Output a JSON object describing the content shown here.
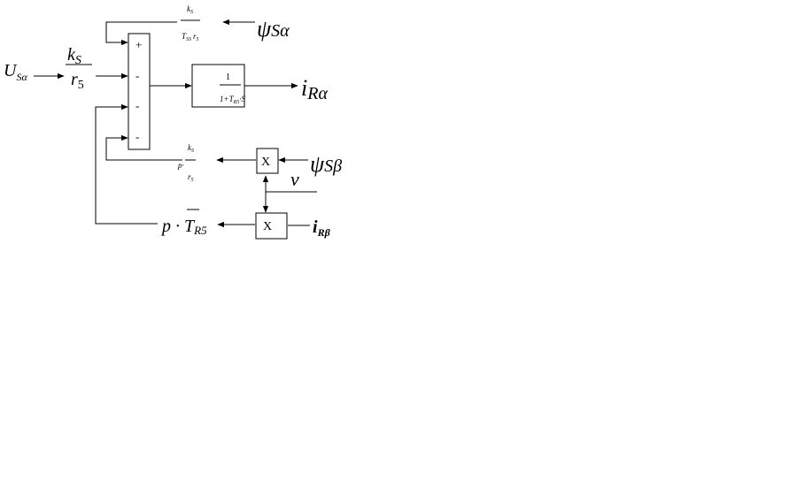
{
  "inputs": {
    "u_s_alpha": {
      "main": "U",
      "sub": "Sα"
    },
    "psi_s_alpha": {
      "main": "ψ",
      "sub": "Sα"
    },
    "psi_s_beta": {
      "main": "ψ",
      "sub": "Sβ"
    },
    "nu": "ν",
    "i_r_beta": {
      "main": "i",
      "sub": "Rβ"
    }
  },
  "outputs": {
    "i_r_alpha": {
      "main": "i",
      "sub": "Rα"
    }
  },
  "gains": {
    "ks_over_r5": {
      "num_main": "k",
      "num_sub": "S",
      "den_main": "r",
      "den_sub": "5"
    },
    "ks_over_tss_rs": {
      "num_main": "k",
      "num_sub": "S",
      "den_main": "T",
      "den_sub": "SS",
      "den_tail": "r",
      "den_tail_sub": "5"
    },
    "p_ks_over_rs": {
      "prefix": "p·",
      "num_main": "k",
      "num_sub": "S",
      "den_main": "r",
      "den_sub": "5"
    },
    "p_trs": {
      "prefix": "p · ",
      "main": "T",
      "sub": "R5"
    }
  },
  "transfer_block": {
    "num": "1",
    "den": "1+T",
    "den_sub": "R5",
    "den_tail": "·S"
  },
  "summer": {
    "signs": [
      "+",
      "-",
      "-",
      "-"
    ]
  },
  "multipliers": {
    "upper": "X",
    "lower": "X"
  }
}
